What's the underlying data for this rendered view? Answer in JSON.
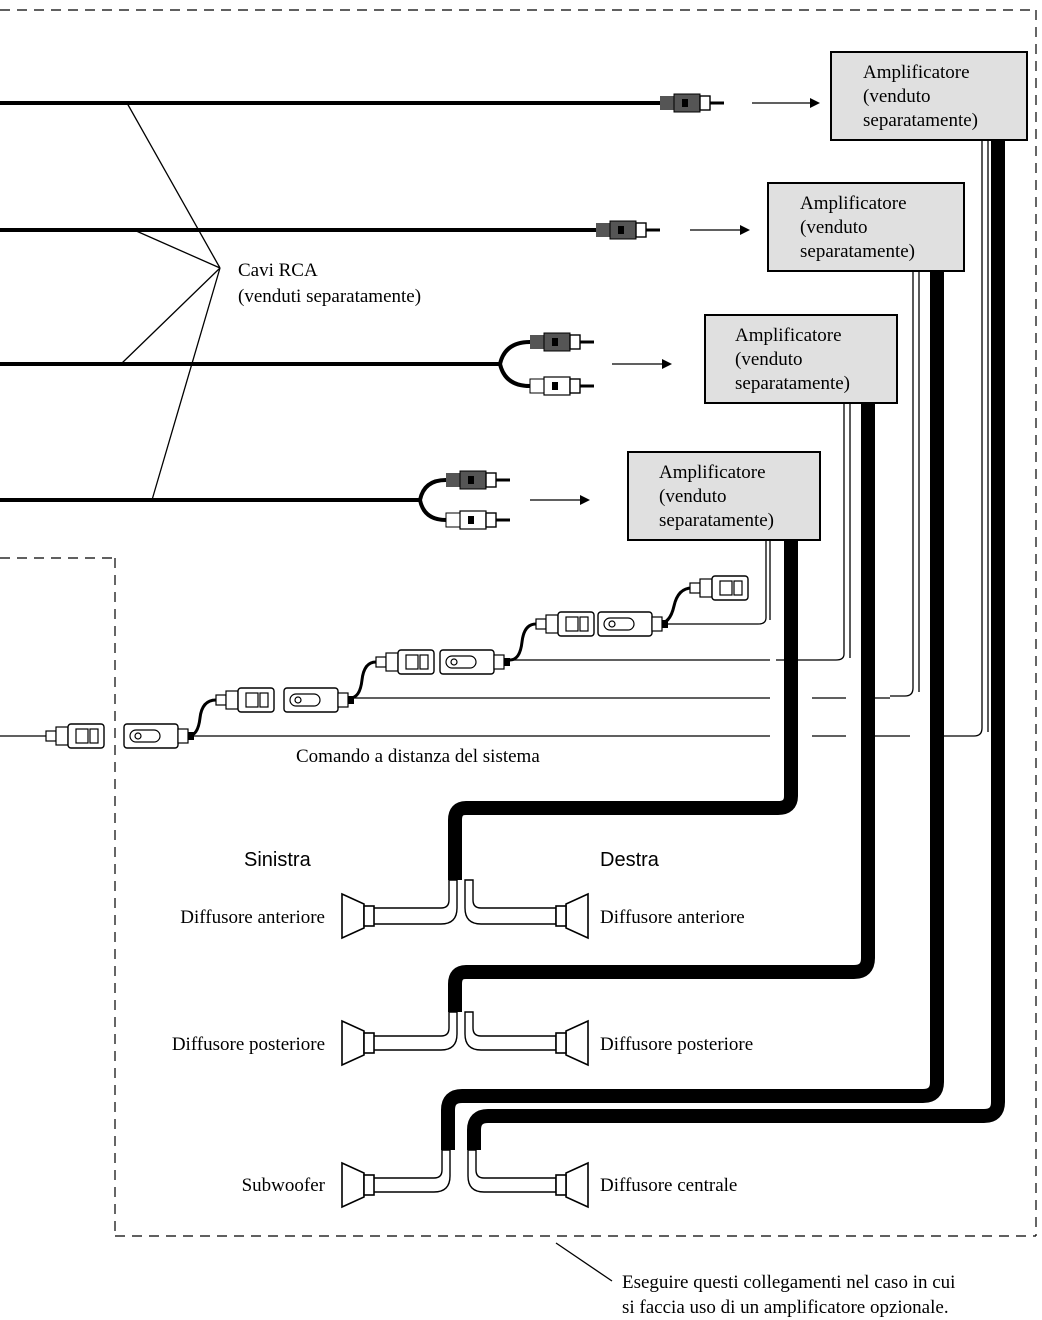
{
  "rca_label": [
    "Cavi RCA",
    "(venduti separatamente)"
  ],
  "amplifier_label": [
    "Amplificatore",
    "(venduto",
    "separatamente)"
  ],
  "remote_label": "Comando a distanza del sistema",
  "side_left": "Sinistra",
  "side_right": "Destra",
  "speakers": {
    "front_left": "Diffusore anteriore",
    "front_right": "Diffusore anteriore",
    "rear_left": "Diffusore posteriore",
    "rear_right": "Diffusore posteriore",
    "sub": "Subwoofer",
    "center": "Diffusore centrale"
  },
  "note": [
    "Eseguire questi collegamenti nel caso in cui",
    "si faccia uso di un amplificatore opzionale."
  ],
  "colors": {
    "amp_fill": "#e0e0e0",
    "line": "#000000",
    "plug_dark": "#555555"
  }
}
